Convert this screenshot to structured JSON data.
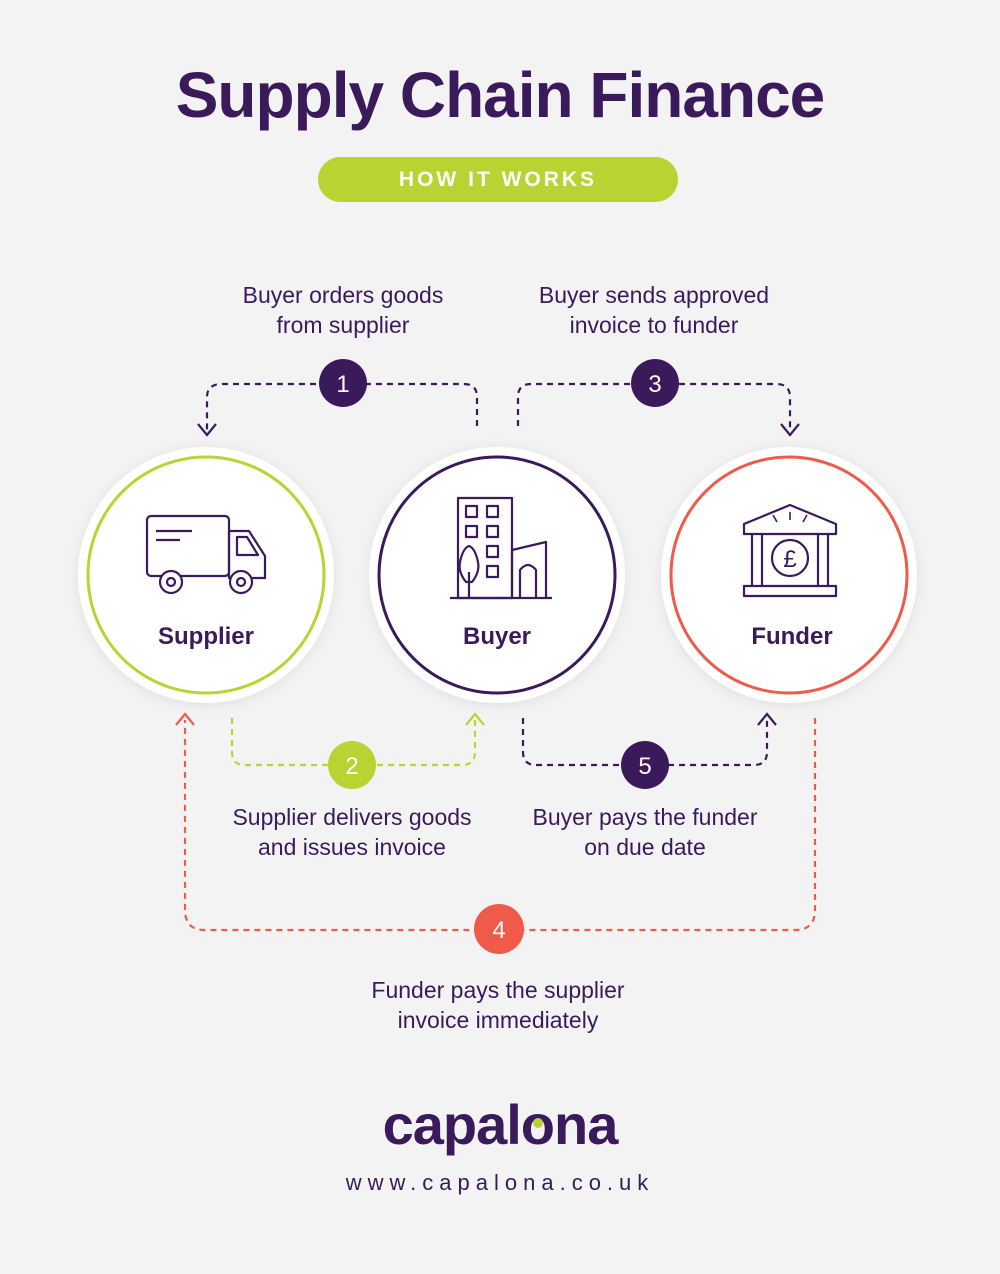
{
  "header": {
    "title": "Supply Chain Finance",
    "subtitle": "HOW IT WORKS"
  },
  "nodes": {
    "supplier": {
      "label": "Supplier",
      "icon": "delivery-truck-icon",
      "color": "#b8d432"
    },
    "buyer": {
      "label": "Buyer",
      "icon": "buildings-icon",
      "color": "#3b1a5c"
    },
    "funder": {
      "label": "Funder",
      "icon": "bank-pound-icon",
      "color": "#ef5a4a"
    }
  },
  "steps": {
    "s1": {
      "number": "1",
      "line1": "Buyer orders goods",
      "line2": "from supplier",
      "color": "#3b1a5c"
    },
    "s2": {
      "number": "2",
      "line1": "Supplier delivers goods",
      "line2": "and issues invoice",
      "color": "#b8d432"
    },
    "s3": {
      "number": "3",
      "line1": "Buyer sends approved",
      "line2": "invoice to funder",
      "color": "#3b1a5c"
    },
    "s4": {
      "number": "4",
      "line1": "Funder pays the supplier",
      "line2": "invoice immediately",
      "color": "#ef5a4a"
    },
    "s5": {
      "number": "5",
      "line1": "Buyer pays the funder",
      "line2": "on due date",
      "color": "#3b1a5c"
    }
  },
  "footer": {
    "logo": "capalona",
    "url": "www.capalona.co.uk"
  }
}
